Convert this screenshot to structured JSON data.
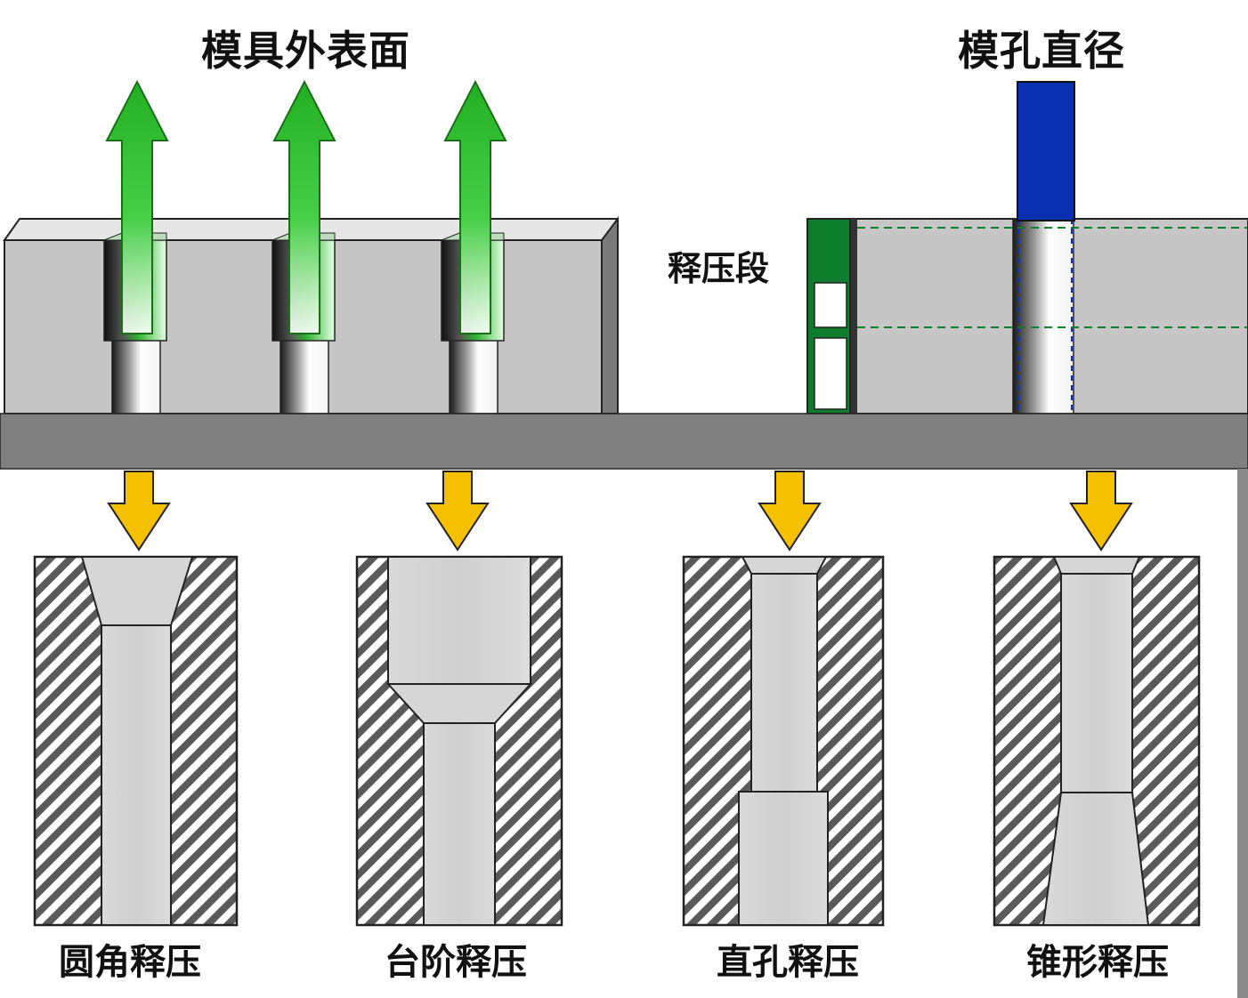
{
  "labels": {
    "die_outer_surface": "模具外表面",
    "die_hole_diameter": "模孔直径",
    "relief_section": "释压段"
  },
  "relief_types": [
    {
      "key": "round",
      "label": "圆角释压"
    },
    {
      "key": "step",
      "label": "台阶释压"
    },
    {
      "key": "straight",
      "label": "直孔释压"
    },
    {
      "key": "taper",
      "label": "锥形释压"
    }
  ],
  "colors": {
    "flow_arrow": "#2fbf2f",
    "flow_arrow_dark": "#1a8a1a",
    "down_arrow": "#f5c000",
    "hole_diameter_bar": "#0a2fb0",
    "relief_marker": "#0e7d2e",
    "die_block": "#c8c8c8",
    "base_plate": "#808080",
    "hatch": "#555555"
  }
}
